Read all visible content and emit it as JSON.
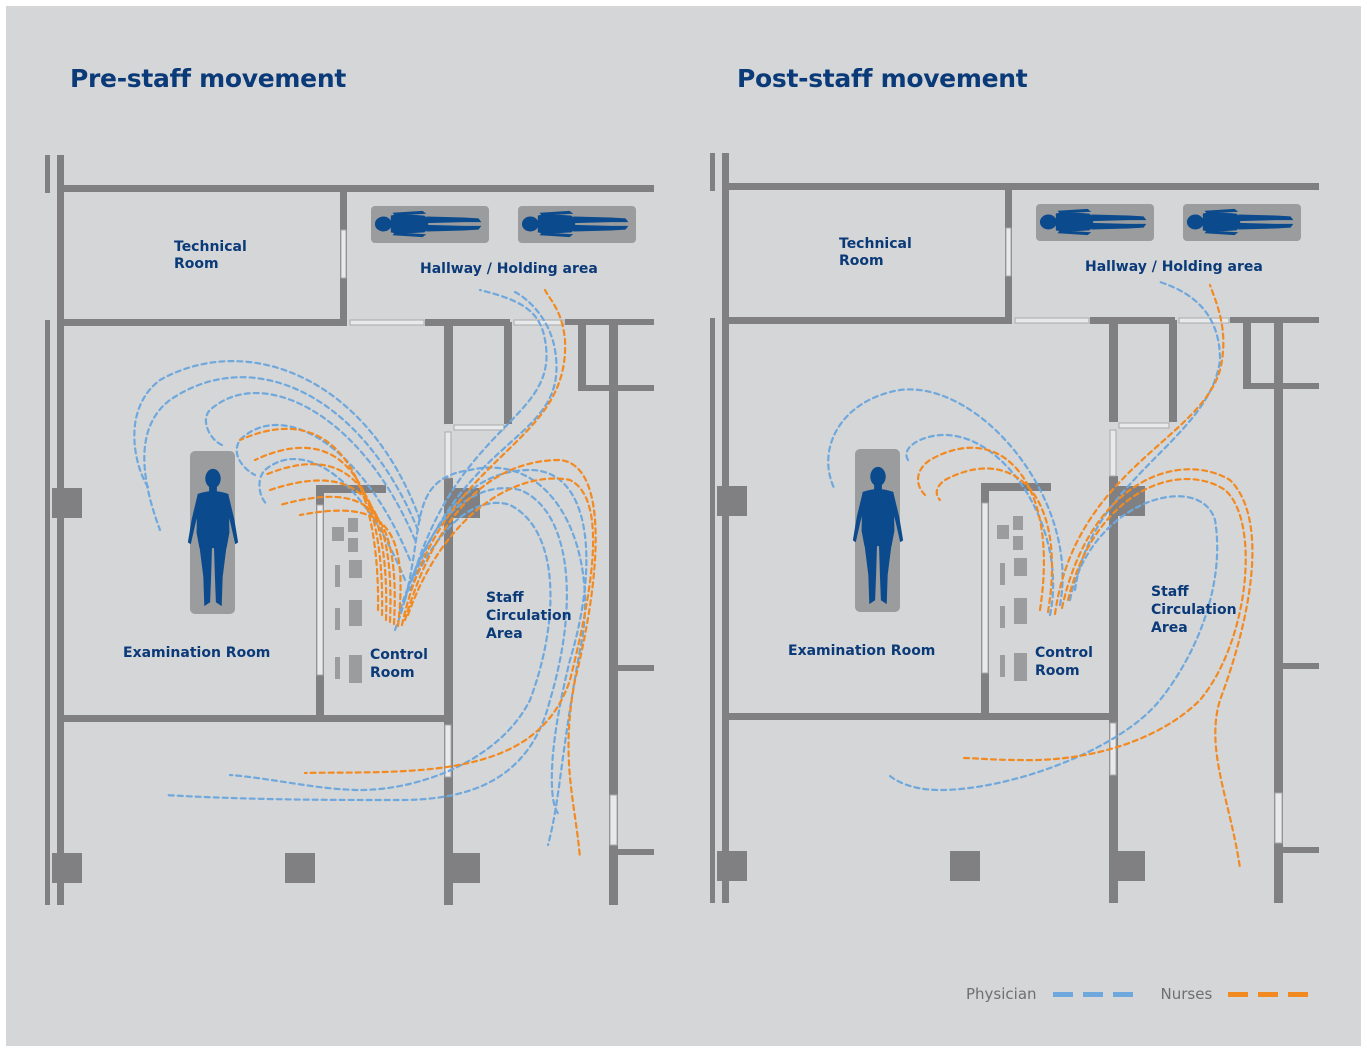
{
  "titles": {
    "left": "Pre-staff movement",
    "right": "Post-staff movement"
  },
  "rooms": {
    "technical": [
      "Technical",
      "Room"
    ],
    "hallway": "Hallway / Holding area",
    "examination": "Examination Room",
    "control": [
      "Control",
      "Room"
    ],
    "staff": [
      "Staff",
      "Circulation",
      "Area"
    ]
  },
  "legend": {
    "physician": {
      "label": "Physician",
      "color": "#6fa8dc"
    },
    "nurses": {
      "label": "Nurses",
      "color": "#f28a22"
    }
  },
  "colors": {
    "wall": "#808082",
    "patient": "#0b4a8c",
    "bed": "#9b9c9e",
    "navy_text": "#0b3a78"
  }
}
